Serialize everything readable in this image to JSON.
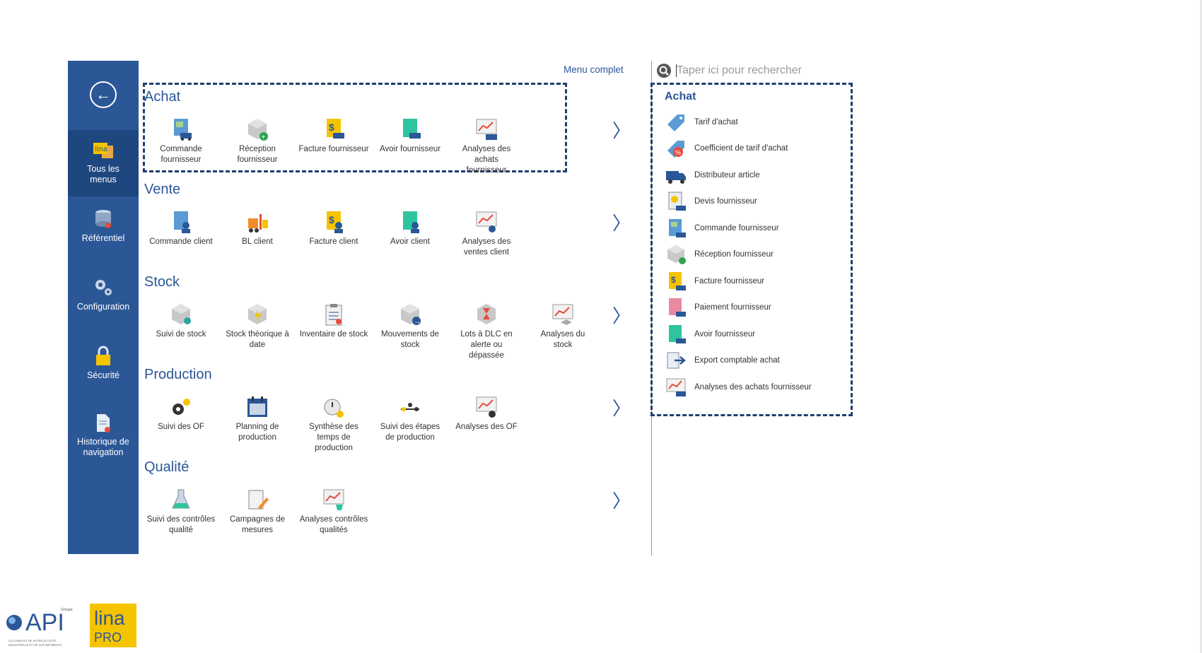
{
  "nav": {
    "back_icon": "arrow-left-circle-icon",
    "items": [
      {
        "label": "Tous les menus",
        "icon": "lina-menu-icon",
        "active": true
      },
      {
        "label": "Référentiel",
        "icon": "database-icon"
      },
      {
        "label": "Configuration",
        "icon": "gears-icon"
      },
      {
        "label": "Sécurité",
        "icon": "padlock-icon"
      },
      {
        "label": "Historique de navigation",
        "icon": "document-history-icon"
      }
    ]
  },
  "main": {
    "menu_complet": "Menu complet",
    "sections": [
      {
        "title": "Achat",
        "tiles": [
          "Commande fournisseur",
          "Réception fournisseur",
          "Facture fournisseur",
          "Avoir fournisseur",
          "Analyses des achats fournisseur"
        ]
      },
      {
        "title": "Vente",
        "tiles": [
          "Commande client",
          "BL client",
          "Facture client",
          "Avoir client",
          "Analyses des ventes client"
        ]
      },
      {
        "title": "Stock",
        "tiles": [
          "Suivi de stock",
          "Stock théorique à date",
          "Inventaire de stock",
          "Mouvements de stock",
          "Lots à DLC en alerte ou dépassée",
          "Analyses du stock"
        ]
      },
      {
        "title": "Production",
        "tiles": [
          "Suivi des OF",
          "Planning de production",
          "Synthèse des temps de production",
          "Suivi des étapes de production",
          "Analyses des OF"
        ]
      },
      {
        "title": "Qualité",
        "tiles": [
          "Suivi des contrôles qualité",
          "Campagnes de mesures",
          "Analyses contrôles qualités"
        ]
      }
    ],
    "chevron": "〉"
  },
  "search": {
    "placeholder": "Taper ici pour rechercher",
    "icon": "search-icon"
  },
  "results": {
    "title": "Achat",
    "items": [
      "Tarif d'achat",
      "Coefficient de tarif d'achat",
      "Distributeur article",
      "Devis fournisseur",
      "Commande fournisseur",
      "Réception fournisseur",
      "Facture fournisseur",
      "Paiement fournisseur",
      "Avoir fournisseur",
      "Export comptable achat",
      "Analyses des achats fournisseur"
    ]
  },
  "logos": {
    "api_text": "API",
    "api_small": "Groupe",
    "api_tagline": "LA CONDUITE DE VOTRE ACTIVITÉ INDUSTRIELLE ET DE VOS BÂTIMENTS",
    "lina_text": "lina",
    "lina_pro": "PRO"
  },
  "colors": {
    "nav_bg": "#2b5797",
    "accent": "#2b5797",
    "dash": "#1e3f6f",
    "lina_yellow": "#f5c400"
  }
}
